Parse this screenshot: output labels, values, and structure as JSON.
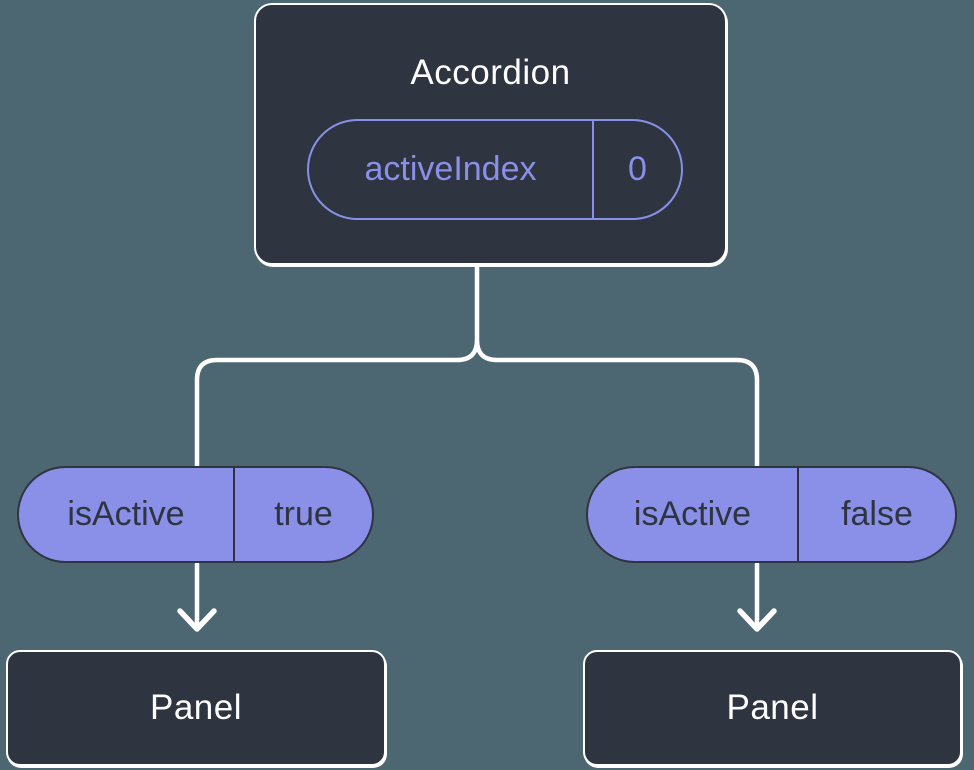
{
  "theme": {
    "background": "#4d6772",
    "node_fill": "#2e3440",
    "node_border": "#ffffff",
    "node_text": "#ffffff",
    "accent_purple": "#8a8fe8",
    "pill_fill": "#8a8fe8",
    "pill_text": "#2e3440",
    "connector": "#ffffff"
  },
  "diagram": {
    "type": "component-tree",
    "root": {
      "title": "Accordion",
      "state": {
        "name": "activeIndex",
        "value": "0"
      }
    },
    "children": [
      {
        "title": "Panel",
        "prop": {
          "name": "isActive",
          "value": "true"
        }
      },
      {
        "title": "Panel",
        "prop": {
          "name": "isActive",
          "value": "false"
        }
      }
    ]
  }
}
